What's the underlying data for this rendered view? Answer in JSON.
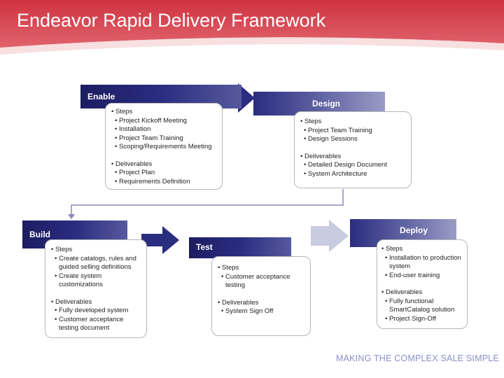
{
  "title": "Endeavor Rapid Delivery Framework",
  "colors": {
    "header": "#d9434e",
    "tab_dark": "#1c1d62",
    "arrow": "#2a2d80",
    "tagline": "#8b8fc7"
  },
  "phases": {
    "enable": {
      "label": "Enable",
      "steps_heading": "• Steps",
      "steps": [
        "• Project Kickoff Meeting",
        "• Installation",
        "• Project Team Training",
        "• Scoping/Requirements Meeting"
      ],
      "deliverables_heading": "• Deliverables",
      "deliverables": [
        "• Project Plan",
        "• Requirements Definition"
      ]
    },
    "design": {
      "label": "Design",
      "steps_heading": "• Steps",
      "steps": [
        "• Project Team Training",
        "• Design Sessions"
      ],
      "deliverables_heading": "• Deliverables",
      "deliverables": [
        "• Detailed Design Document",
        "• System Architecture"
      ]
    },
    "build": {
      "label": "Build",
      "steps_heading": "• Steps",
      "steps": [
        "• Create catalogs, rules and",
        "guided selling definitions",
        "• Create system",
        "customizations"
      ],
      "deliverables_heading": "• Deliverables",
      "deliverables": [
        "• Fully developed system",
        "• Customer acceptance",
        "testing document"
      ]
    },
    "test": {
      "label": "Test",
      "steps_heading": "• Steps",
      "steps": [
        "• Customer acceptance",
        "testing"
      ],
      "deliverables_heading": "• Deliverables",
      "deliverables": [
        "• System Sign Off"
      ]
    },
    "deploy": {
      "label": "Deploy",
      "steps_heading": "• Steps",
      "steps": [
        "• Installation to production",
        "system",
        "• End-user training"
      ],
      "deliverables_heading": "• Deliverables",
      "deliverables": [
        "• Fully functional",
        "SmartCatalog solution",
        "• Project Sign-Off"
      ]
    }
  },
  "tagline": "MAKING THE COMPLEX SALE SIMPLE"
}
